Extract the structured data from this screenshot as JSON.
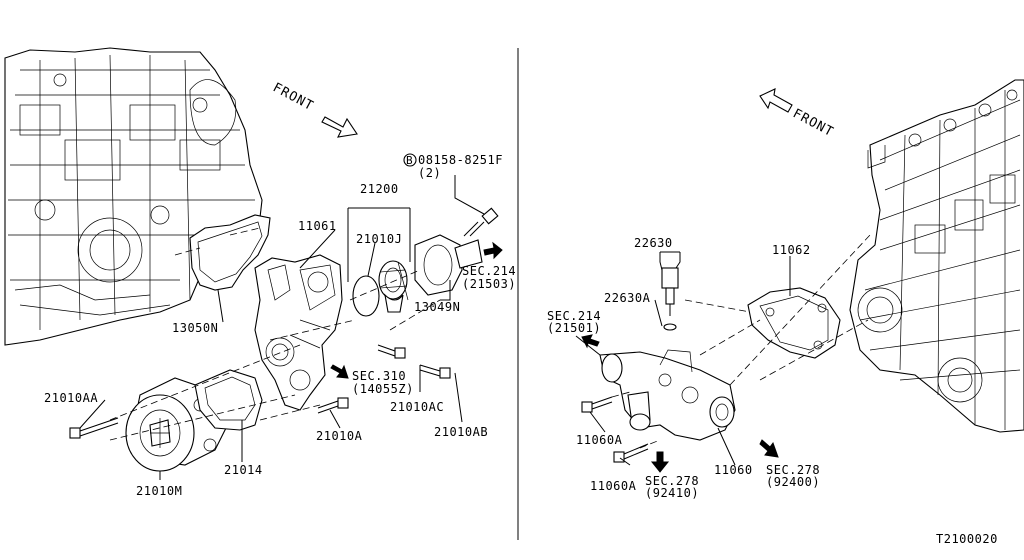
{
  "diagram_id": "T2100020",
  "left_panel": {
    "front_label": "FRONT",
    "labels": {
      "p08158": "08158-8251F",
      "p08158_qty": "(2)",
      "p08158_prefix": "B",
      "p21200": "21200",
      "p11061": "11061",
      "p21010J": "21010J",
      "p13050N": "13050N",
      "p13049N": "13049N",
      "sec214_a": "SEC.214",
      "sec214_a_ref": "(21503)",
      "sec310": "SEC.310",
      "sec310_ref": "(14055Z)",
      "p21010AA": "21010AA",
      "p21010AC": "21010AC",
      "p21010A": "21010A",
      "p21010AB": "21010AB",
      "p21014": "21014",
      "p21010M": "21010M"
    }
  },
  "right_panel": {
    "front_label": "FRONT",
    "labels": {
      "p22630": "22630",
      "p22630A": "22630A",
      "p11062": "11062",
      "sec214_b": "SEC.214",
      "sec214_b_ref": "(21501)",
      "p11060A_1": "11060A",
      "p11060A_2": "11060A",
      "p11060": "11060",
      "sec278_a": "SEC.278",
      "sec278_a_ref": "(92410)",
      "sec278_b": "SEC.278",
      "sec278_b_ref": "(92400)"
    }
  }
}
